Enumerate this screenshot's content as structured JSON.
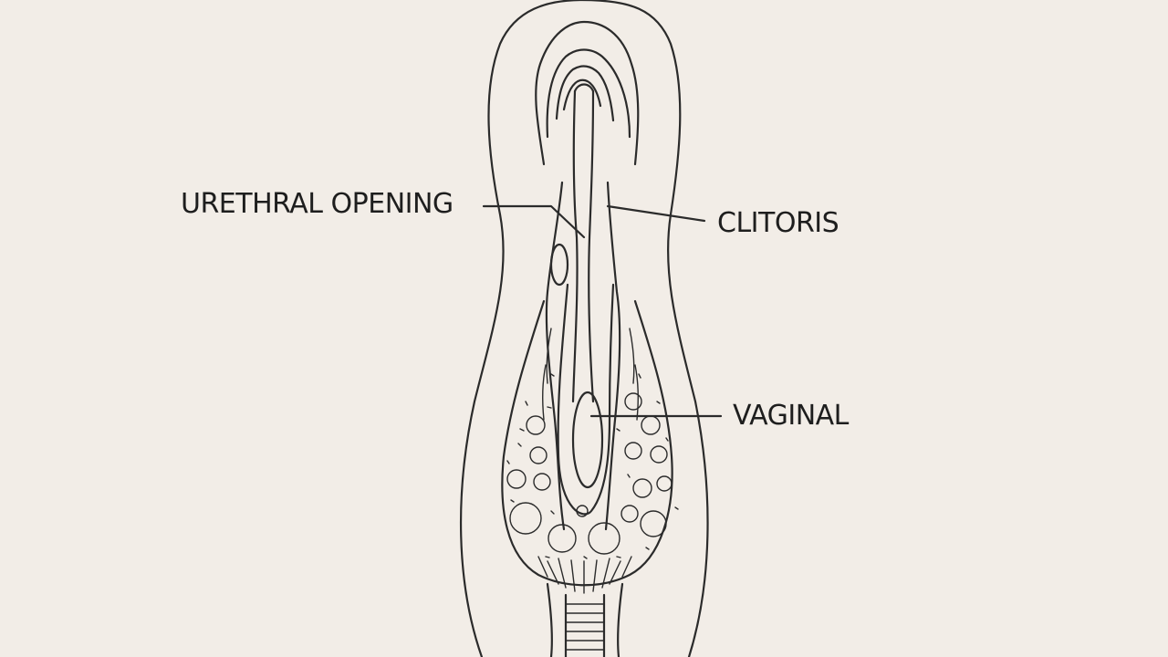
{
  "diagram": {
    "labels": {
      "urethral_opening": "URETHRAL OPENING",
      "clitoris": "CLITORIS",
      "vaginal": "VAGINAL"
    },
    "colors": {
      "background": "#f2ede7",
      "line": "#2b2b2b"
    }
  }
}
